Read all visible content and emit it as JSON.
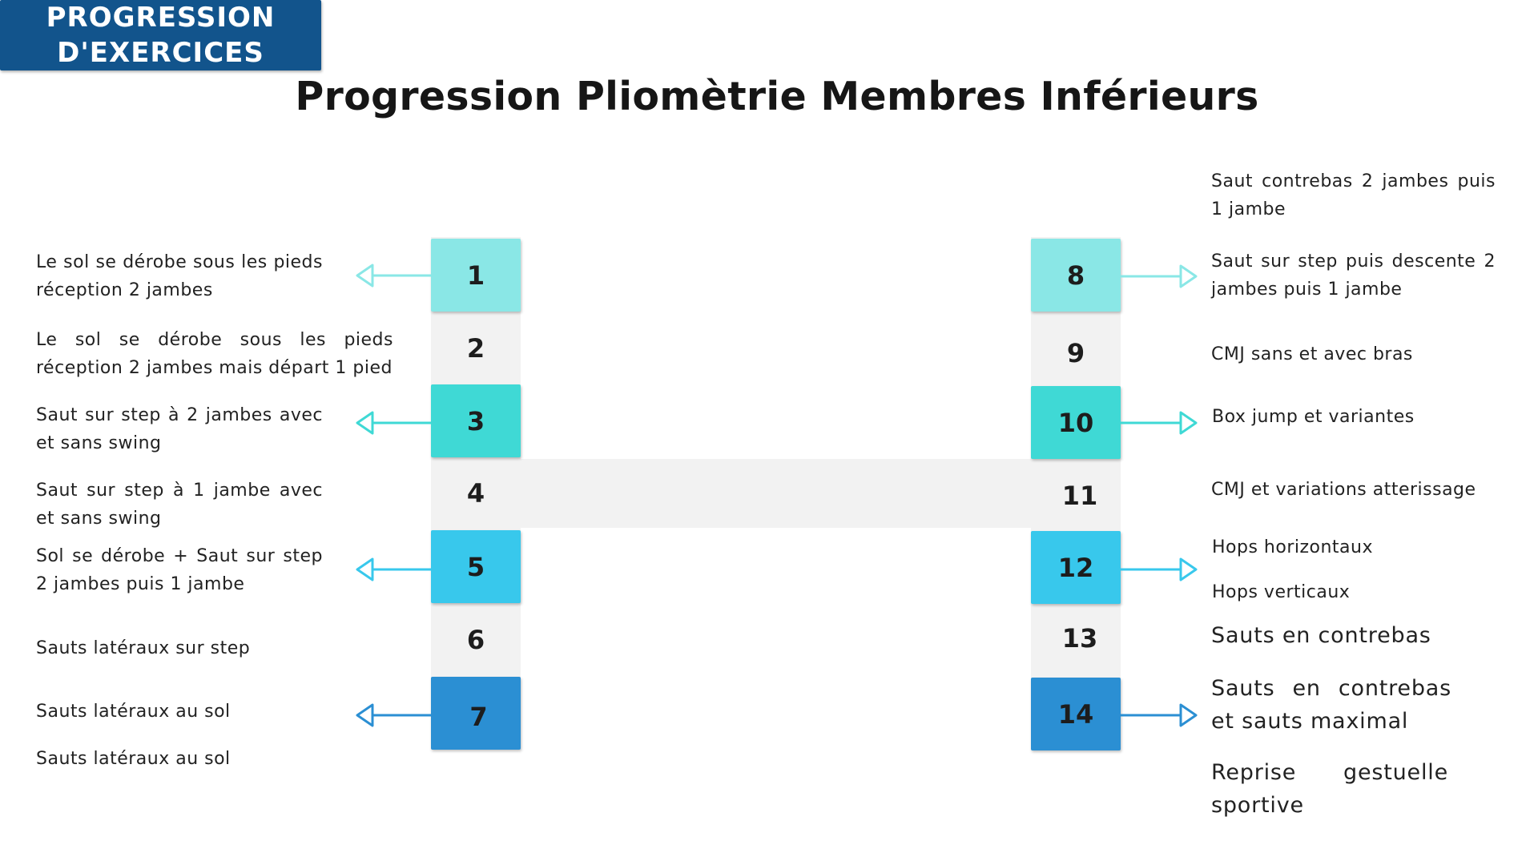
{
  "title": "Progression Pliomètrie Membres Inférieurs",
  "center": {
    "line1": "PROGRESSION",
    "line2": "D'EXERCICES"
  },
  "colors": {
    "level1": "#8ae7e6",
    "level2": "#3fd9d5",
    "level3": "#38c8ec",
    "level4": "#2b8fd3",
    "neutral": "#f2f2f2",
    "center": "#12548c"
  },
  "left_steps": [
    "1",
    "2",
    "3",
    "4",
    "5",
    "6",
    "7"
  ],
  "right_steps": [
    "8",
    "9",
    "10",
    "11",
    "12",
    "13",
    "14"
  ],
  "left_texts": [
    "Le sol se dérobe sous les pieds réception 2 jambes",
    "Le sol se dérobe sous les pieds réception 2 jambes mais départ 1 pied",
    "Saut sur step à 2 jambes avec et sans swing",
    "Saut sur step à 1 jambe avec et sans swing",
    "Sol se dérobe + Saut sur step 2 jambes puis 1 jambe",
    "Sauts latéraux sur step",
    "Sauts latéraux au sol",
    "Sauts latéraux au sol"
  ],
  "right_texts": [
    "Saut contrebas 2 jambes puis 1 jambe",
    "Saut sur step puis descente 2 jambes puis 1 jambe",
    "CMJ sans et avec bras",
    "Box jump et variantes",
    "CMJ et variations atterissage",
    "Hops horizontaux",
    "Hops verticaux",
    "Sauts en contrebas",
    "Sauts en contrebas et sauts maximal",
    "Reprise gestuelle sportive"
  ]
}
